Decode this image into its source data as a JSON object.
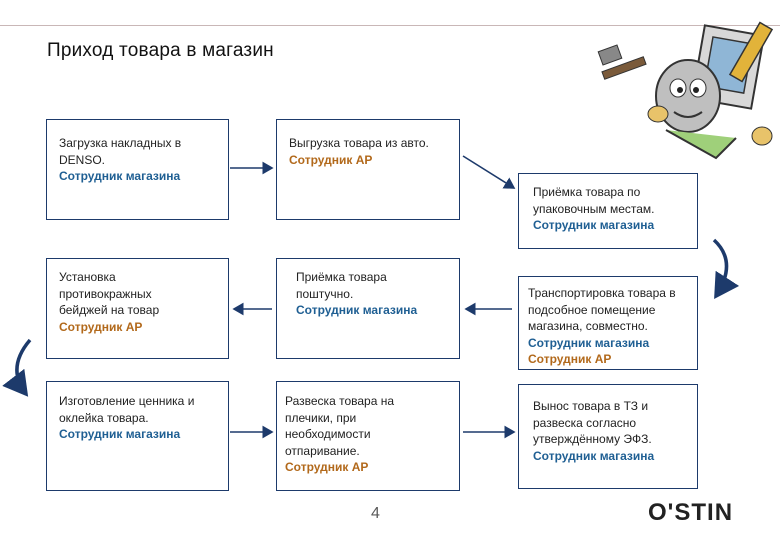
{
  "title": "Приход товара в магазин",
  "boxes": {
    "b1": {
      "text": "Загрузка накладных в\nDENSO.",
      "role": "Сотрудник магазина"
    },
    "b2": {
      "text": "Выгрузка товара из авто.",
      "role": "Сотрудник АР"
    },
    "b3": {
      "text": "Приёмка товара по\nупаковочным местам.",
      "role": "Сотрудник магазина"
    },
    "b4": {
      "text": "Транспортировка товара в\nподсобное помещение\nмагазина, совместно.",
      "role": "Сотрудник магазина",
      "role2": "Сотрудник АР"
    },
    "b5": {
      "text": "Приёмка товара\nпоштучно.",
      "role": "Сотрудник магазина"
    },
    "b6": {
      "text": "Установка\nпротивокражных\nбейджей на товар",
      "role": "Сотрудник АР"
    },
    "b7": {
      "text": "Изготовление ценника и\nоклейка товара.",
      "role": "Сотрудник магазина"
    },
    "b8": {
      "text": "Развеска товара на\nплечики, при\nнеобходимости\nотпаривание.",
      "role": "Сотрудник АР"
    },
    "b9": {
      "text": "Вынос товара в ТЗ и\nразвеска согласно\nутверждённому ЭФЗ.",
      "role": "Сотрудник магазина"
    }
  },
  "page_number": "4",
  "logo": "O'STIN",
  "colors": {
    "border": "#1d3a6b",
    "role_store": "#1f5f93",
    "role_ap": "#b2691b",
    "arrow": "#1d3a6b"
  }
}
